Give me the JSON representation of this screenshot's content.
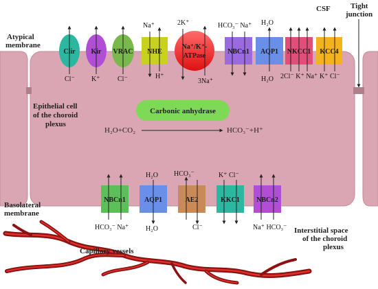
{
  "labels": {
    "csf": "CSF",
    "tight_junction": "Tight junction",
    "apical_membrane": "Atypical membrane",
    "epithelial_cell": "Epithelial cell of the choroid plexus",
    "basolateral_membrane": "Basolateral membrane",
    "interstitial_space": "Interstitial space of the choroid plexus",
    "capillary_vessels": "Capillary vessels",
    "carbonic_anhydrase": "Carbonic anhydrase",
    "reaction_left": "H₂O+CO₂",
    "reaction_right": "HCO₃⁻+H⁺"
  },
  "apical_transporters": [
    {
      "name": "Clir",
      "top_ion": "",
      "bottom_ion": "Cl⁻",
      "color": "#2bb7a0"
    },
    {
      "name": "Kir",
      "top_ion": "",
      "bottom_ion": "K⁺",
      "color": "#b04fd6"
    },
    {
      "name": "VRAC",
      "top_ion": "",
      "bottom_ion": "Cl⁻",
      "color": "#79b84a"
    },
    {
      "name": "NHE",
      "top_ion": "Na⁺",
      "bottom_ion": "H⁺",
      "color": "#c9d11f"
    },
    {
      "name": "Na⁺/K⁺-ATPase",
      "top_ion": "2K⁺",
      "bottom_ion": "3Na⁺",
      "color": "#ff2a2a"
    },
    {
      "name": "NBCn1",
      "top_ion": "HCO₃⁻  Na⁺",
      "bottom_ion": "",
      "color": "#9a6ae0"
    },
    {
      "name": "AQP1",
      "top_ion": "H₂O",
      "bottom_ion": "H₂O",
      "color": "#6a8fe8"
    },
    {
      "name": "NKCC1",
      "top_ion": "",
      "bottom_ion": "2Cl⁻ K⁺ Na⁺",
      "color": "#e04f7a"
    },
    {
      "name": "KCC4",
      "top_ion": "",
      "bottom_ion": "K⁺ Cl⁻",
      "color": "#f2b31c"
    }
  ],
  "basolateral_transporters": [
    {
      "name": "NBCn1",
      "top_ion": "",
      "bottom_ion": "HCO₃⁻  Na⁺",
      "color": "#5cbf5a"
    },
    {
      "name": "AQP1",
      "top_ion": "H₂O",
      "bottom_ion": "H₂O",
      "color": "#6a8fe8"
    },
    {
      "name": "AE2",
      "top_ion": "HCO₃⁻",
      "bottom_ion": "Cl⁻",
      "color": "#c98a5a"
    },
    {
      "name": "KKC1",
      "top_ion": "K⁺  Cl⁻",
      "bottom_ion": "",
      "color": "#2bb7a0"
    },
    {
      "name": "NBCn2",
      "top_ion": "",
      "bottom_ion": "Na⁺  HCO₃⁻",
      "color": "#b04fd6"
    }
  ],
  "colors": {
    "cell_fill": "#dba6b4",
    "cell_stroke": "#c48a9a",
    "enzyme": "#7ed957",
    "vessel": "#8a1212",
    "vessel_highlight": "#e0302a"
  }
}
